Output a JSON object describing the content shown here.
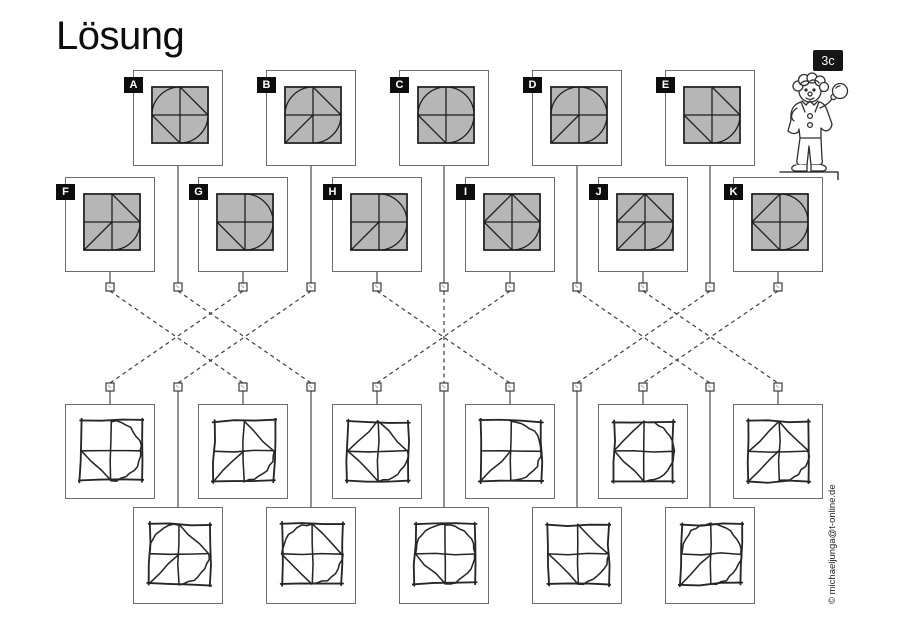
{
  "page": {
    "title": "Lösung",
    "badge": "3c",
    "copyright": "© michaeljunga@t-online.de"
  },
  "colors": {
    "tile_fill": "#b6b6b6",
    "tile_stroke": "#161616",
    "pattern_stroke": "#1c1c1c",
    "box_border": "#6d6d6d",
    "solid_line": "#4a4a4a",
    "dashed_line": "#3d3d3d",
    "sketch_stroke": "#262626",
    "connector_fill": "#ffffff",
    "connector_border": "#3c3c3c",
    "label_bg": "#0d0d0d",
    "label_fg": "#ffffff"
  },
  "patterns": {
    "A": {
      "tl": "arc",
      "tr": "chord",
      "bl": "chord",
      "br": "arc"
    },
    "B": {
      "tl": "arc",
      "tr": "chord",
      "bl": "corner",
      "br": "arc"
    },
    "C": {
      "tl": "arc",
      "tr": "arc",
      "bl": "chord",
      "br": "arc"
    },
    "D": {
      "tl": "arc",
      "tr": "arc",
      "bl": "corner",
      "br": "arc"
    },
    "E": {
      "tl": "none",
      "tr": "chord",
      "bl": "chord",
      "br": "arc"
    },
    "F": {
      "tl": "none",
      "tr": "chord",
      "bl": "corner",
      "br": "arc"
    },
    "G": {
      "tl": "none",
      "tr": "arc",
      "bl": "chord",
      "br": "arc"
    },
    "H": {
      "tl": "none",
      "tr": "arc",
      "bl": "corner",
      "br": "arc"
    },
    "I": {
      "tl": "chord",
      "tr": "chord",
      "bl": "chord",
      "br": "arc"
    },
    "J": {
      "tl": "chord",
      "tr": "chord",
      "bl": "corner",
      "br": "arc"
    },
    "K": {
      "tl": "chord",
      "tr": "arc",
      "bl": "chord",
      "br": "arc"
    }
  },
  "printed_rows": [
    {
      "letters": [
        "A",
        "B",
        "C",
        "D",
        "E"
      ]
    },
    {
      "letters": [
        "F",
        "G",
        "H",
        "I",
        "J",
        "K"
      ]
    }
  ],
  "sketch_rows": [
    {
      "depicts": [
        "G",
        "F",
        "I",
        "H",
        "K",
        "J"
      ]
    },
    {
      "depicts": [
        "B",
        "A",
        "C",
        "E",
        "D"
      ]
    }
  ]
}
